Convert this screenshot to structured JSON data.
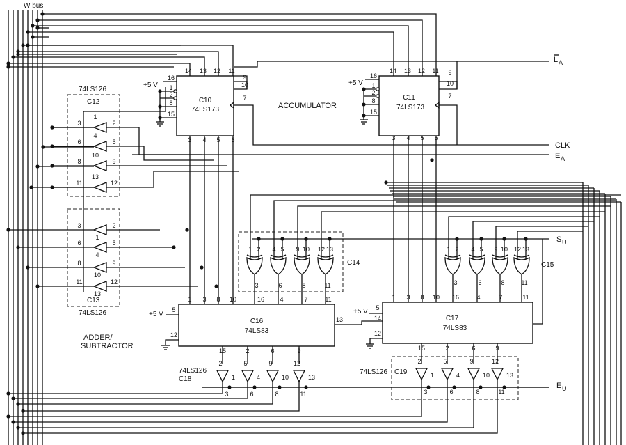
{
  "bus_label": "W bus",
  "signals": {
    "la": "L",
    "la_sub": "A",
    "clk": "CLK",
    "ea": "E",
    "ea_sub": "A",
    "su": "S",
    "su_sub": "U",
    "eu": "E",
    "eu_sub": "U"
  },
  "labels": {
    "accumulator": "ACCUMULATOR",
    "adder_line1": "ADDER/",
    "adder_line2": "SUBTRACTOR",
    "supply": "+5 V"
  },
  "chips": {
    "c10": {
      "name": "C10",
      "part": "74LS173"
    },
    "c11": {
      "name": "C11",
      "part": "74LS173"
    },
    "c12": {
      "name": "C12",
      "part": "74LS126"
    },
    "c13": {
      "name": "C13",
      "part": "74LS126"
    },
    "c14": {
      "name": "C14"
    },
    "c15": {
      "name": "C15"
    },
    "c16": {
      "name": "C16",
      "part": "74LS83"
    },
    "c17": {
      "name": "C17",
      "part": "74LS83"
    },
    "c18": {
      "name": "C18",
      "part": "74LS126"
    },
    "c19": {
      "name": "C19",
      "part": "74LS126"
    }
  },
  "pins": {
    "reg_top": [
      "14",
      "13",
      "12",
      "11"
    ],
    "reg_bottom": [
      "3",
      "4",
      "5",
      "6"
    ],
    "reg_left": [
      "16",
      "1",
      "2",
      "8",
      "15"
    ],
    "reg_right": [
      "9",
      "10",
      "7"
    ],
    "c12_in": [
      "1",
      "4",
      "10",
      "13"
    ],
    "c12_left": [
      "3",
      "6",
      "8",
      "11"
    ],
    "c12_right": [
      "2",
      "5",
      "9",
      "12"
    ],
    "c13_left": [
      "3",
      "6",
      "8",
      "11"
    ],
    "c13_right": [
      "2",
      "5",
      "9",
      "12"
    ],
    "c13_ctl": [
      "1",
      "4",
      "10",
      "13"
    ],
    "xor_top": [
      "1",
      "2",
      "4",
      "5",
      "9",
      "10",
      "12",
      "13"
    ],
    "xor_out": [
      "3",
      "6",
      "8",
      "11"
    ],
    "add_top": [
      "1",
      "3",
      "8",
      "10",
      "16",
      "4",
      "7",
      "11"
    ],
    "add_left": [
      "5",
      "12"
    ],
    "add_right": "13",
    "add_c17_left": [
      "5",
      "14",
      "12"
    ],
    "add_bottom": [
      "15",
      "2",
      "6",
      "9"
    ],
    "buf_in": [
      "2",
      "5",
      "9",
      "12"
    ],
    "buf_ctl": [
      "1",
      "4",
      "10",
      "13"
    ],
    "buf_out": [
      "3",
      "6",
      "8",
      "11"
    ]
  }
}
